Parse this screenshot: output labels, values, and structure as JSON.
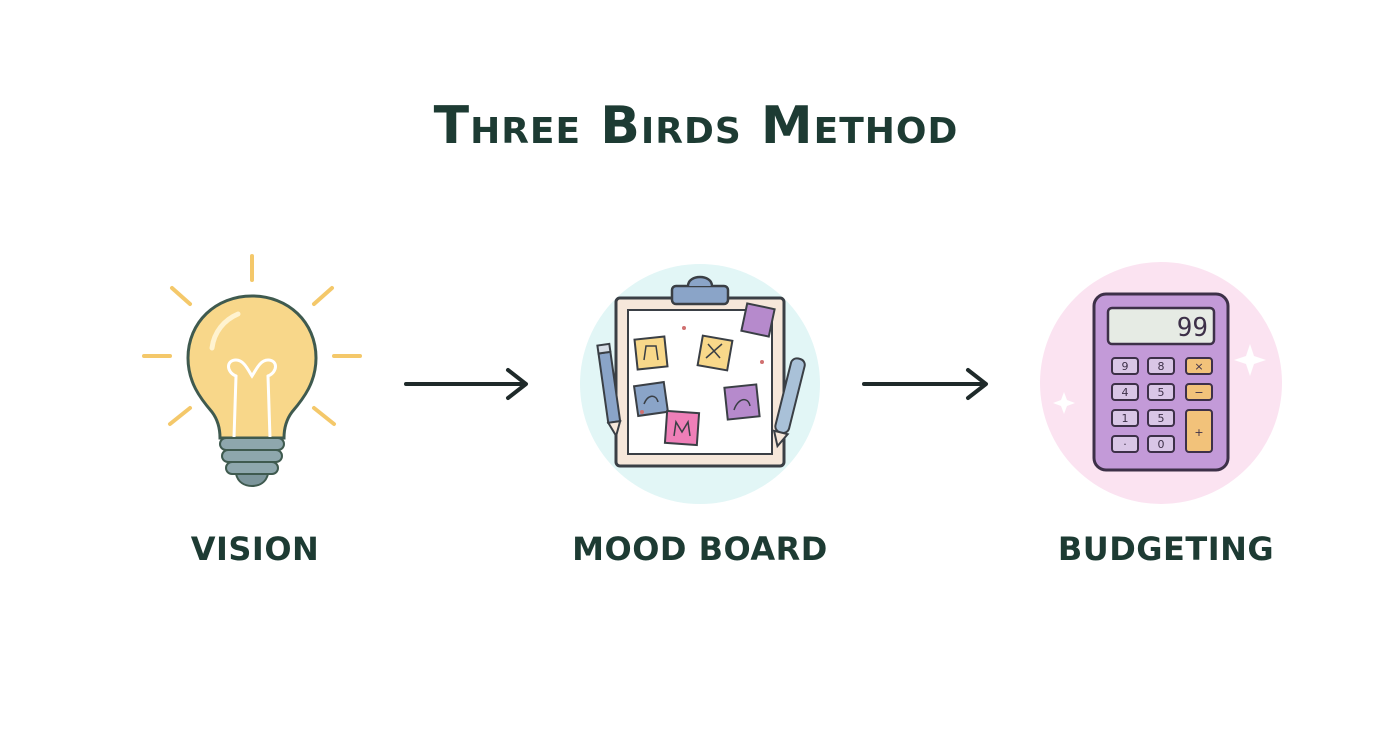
{
  "title": "Three Birds Method",
  "steps": [
    {
      "label": "VISION",
      "icon": "lightbulb-icon"
    },
    {
      "label": "MOOD BOARD",
      "icon": "mood-board-icon"
    },
    {
      "label": "BUDGETING",
      "icon": "calculator-icon"
    }
  ],
  "calculator_display": "99",
  "colors": {
    "text": "#1d3b33",
    "bulb": "#f8d78a",
    "mood_circle": "#e2f6f6",
    "budget_circle": "#fbe3f1",
    "calculator": "#c39ad8"
  }
}
